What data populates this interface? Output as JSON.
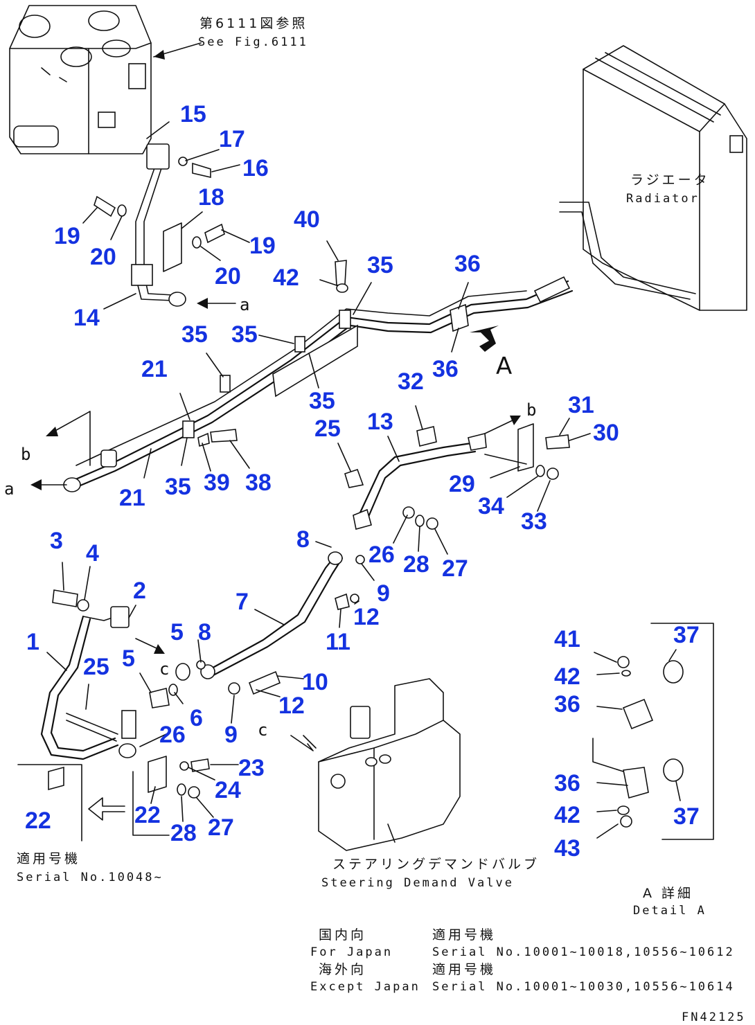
{
  "drawing_code": "FN42125",
  "labels": {
    "see_fig_jp": "第6111図参照",
    "see_fig_en": "See Fig.6111",
    "radiator_jp": "ラジエータ",
    "radiator_en": "Radiator",
    "view_a": "A",
    "steering_valve_jp": "ステアリングデマンドバルブ",
    "steering_valve_en": "Steering Demand Valve",
    "serial_inset_jp": "適用号機",
    "serial_inset_en": "Serial No.10048~",
    "detail_jp": "A 詳細",
    "detail_en": "Detail A"
  },
  "serial_table": {
    "row1_jp_left": "国内向",
    "row1_jp_right": "適用号機",
    "row1_en_left": "For Japan",
    "row1_en_right": "Serial No.10001~10018,10556~10612",
    "row2_jp_left": "海外向",
    "row2_jp_right": "適用号機",
    "row2_en_left": "Except Japan",
    "row2_en_right": "Serial No.10001~10030,10556~10614"
  },
  "refs": {
    "a1": "a",
    "a2": "a",
    "b1": "b",
    "b2": "b",
    "c1": "c",
    "c2": "c"
  },
  "parts": [
    {
      "id": "p15",
      "num": "15"
    },
    {
      "id": "p17",
      "num": "17"
    },
    {
      "id": "p16",
      "num": "16"
    },
    {
      "id": "p18",
      "num": "18"
    },
    {
      "id": "p19a",
      "num": "19"
    },
    {
      "id": "p20a",
      "num": "20"
    },
    {
      "id": "p19b",
      "num": "19"
    },
    {
      "id": "p20b",
      "num": "20"
    },
    {
      "id": "p14",
      "num": "14"
    },
    {
      "id": "p40",
      "num": "40"
    },
    {
      "id": "p42a",
      "num": "42"
    },
    {
      "id": "p35a",
      "num": "35"
    },
    {
      "id": "p36a",
      "num": "36"
    },
    {
      "id": "p35b",
      "num": "35"
    },
    {
      "id": "p35c",
      "num": "35"
    },
    {
      "id": "p21a",
      "num": "21"
    },
    {
      "id": "p36b",
      "num": "36"
    },
    {
      "id": "p35d",
      "num": "35"
    },
    {
      "id": "p32",
      "num": "32"
    },
    {
      "id": "p13",
      "num": "13"
    },
    {
      "id": "p25a",
      "num": "25"
    },
    {
      "id": "p31",
      "num": "31"
    },
    {
      "id": "p30",
      "num": "30"
    },
    {
      "id": "p21b",
      "num": "21"
    },
    {
      "id": "p35e",
      "num": "35"
    },
    {
      "id": "p39",
      "num": "39"
    },
    {
      "id": "p38",
      "num": "38"
    },
    {
      "id": "p29",
      "num": "29"
    },
    {
      "id": "p34",
      "num": "34"
    },
    {
      "id": "p33",
      "num": "33"
    },
    {
      "id": "p3",
      "num": "3"
    },
    {
      "id": "p4",
      "num": "4"
    },
    {
      "id": "p8a",
      "num": "8"
    },
    {
      "id": "p26a",
      "num": "26"
    },
    {
      "id": "p28a",
      "num": "28"
    },
    {
      "id": "p27a",
      "num": "27"
    },
    {
      "id": "p2",
      "num": "2"
    },
    {
      "id": "p9a",
      "num": "9"
    },
    {
      "id": "p7",
      "num": "7"
    },
    {
      "id": "p12a",
      "num": "12"
    },
    {
      "id": "p1",
      "num": "1"
    },
    {
      "id": "p5a",
      "num": "5"
    },
    {
      "id": "p8b",
      "num": "8"
    },
    {
      "id": "p11",
      "num": "11"
    },
    {
      "id": "p25b",
      "num": "25"
    },
    {
      "id": "p5b",
      "num": "5"
    },
    {
      "id": "p10",
      "num": "10"
    },
    {
      "id": "p12b",
      "num": "12"
    },
    {
      "id": "p6",
      "num": "6"
    },
    {
      "id": "p26b",
      "num": "26"
    },
    {
      "id": "p9b",
      "num": "9"
    },
    {
      "id": "p23",
      "num": "23"
    },
    {
      "id": "p24",
      "num": "24"
    },
    {
      "id": "p22a",
      "num": "22"
    },
    {
      "id": "p22b",
      "num": "22"
    },
    {
      "id": "p28b",
      "num": "28"
    },
    {
      "id": "p27b",
      "num": "27"
    },
    {
      "id": "p41",
      "num": "41"
    },
    {
      "id": "p37a",
      "num": "37"
    },
    {
      "id": "p42b",
      "num": "42"
    },
    {
      "id": "p36c",
      "num": "36"
    },
    {
      "id": "p36d",
      "num": "36"
    },
    {
      "id": "p37b",
      "num": "37"
    },
    {
      "id": "p42c",
      "num": "42"
    },
    {
      "id": "p43",
      "num": "43"
    }
  ]
}
